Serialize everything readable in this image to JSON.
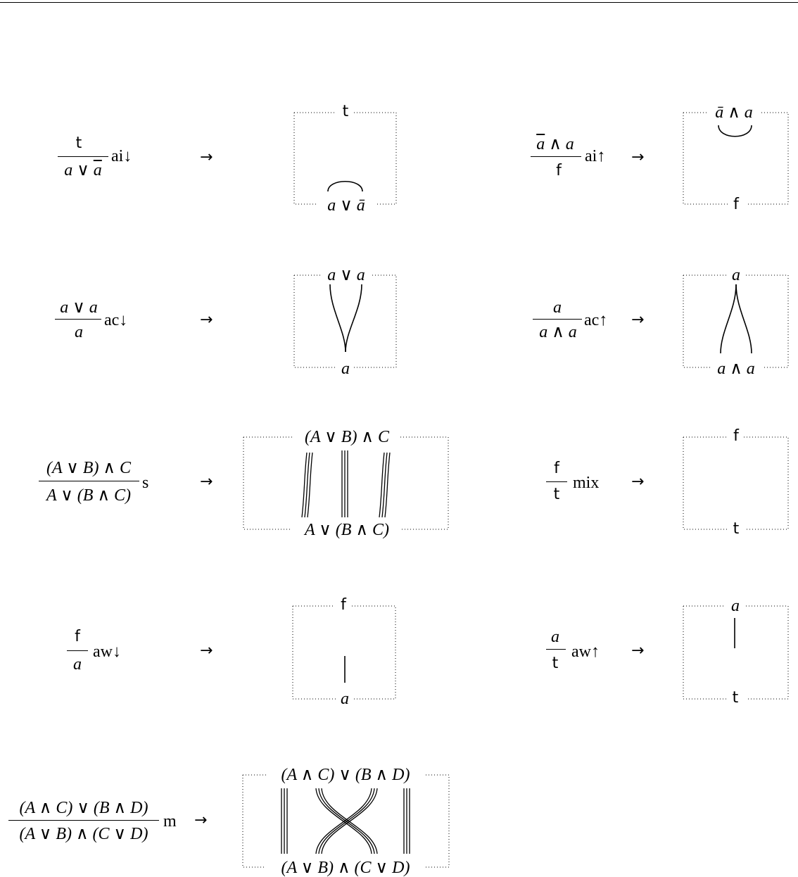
{
  "rules": [
    {
      "id": "ai-down",
      "premise": "t",
      "conclusion": "a ∨ a̅",
      "name": "ai↓",
      "arrow": "→",
      "box_top": "t",
      "box_bottom": "a ∨ ā"
    },
    {
      "id": "ai-up",
      "premise": "a̅ ∧ a",
      "conclusion": "f",
      "name": "ai↑",
      "arrow": "→",
      "box_top": "ā ∧ a",
      "box_bottom": "f"
    },
    {
      "id": "ac-down",
      "premise": "a ∨ a",
      "conclusion": "a",
      "name": "ac↓",
      "arrow": "→",
      "box_top": "a ∨ a",
      "box_bottom": "a"
    },
    {
      "id": "ac-up",
      "premise": "a",
      "conclusion": "a ∧ a",
      "name": "ac↑",
      "arrow": "→",
      "box_top": "a",
      "box_bottom": "a ∧ a"
    },
    {
      "id": "switch",
      "premise": "(A ∨ B) ∧ C",
      "conclusion": "A ∨ (B ∧ C)",
      "name": "s",
      "arrow": "→",
      "box_top": "(A ∨ B) ∧ C",
      "box_bottom": "A ∨ (B ∧ C)"
    },
    {
      "id": "mix",
      "premise": "f",
      "conclusion": "t",
      "name": "mix",
      "arrow": "→",
      "box_top": "f",
      "box_bottom": "t"
    },
    {
      "id": "aw-down",
      "premise": "f",
      "conclusion": "a",
      "name": "aw↓",
      "arrow": "→",
      "box_top": "f",
      "box_bottom": "a"
    },
    {
      "id": "aw-up",
      "premise": "a",
      "conclusion": "t",
      "name": "aw↑",
      "arrow": "→",
      "box_top": "a",
      "box_bottom": "t"
    },
    {
      "id": "medial",
      "premise": "(A ∧ C) ∨ (B ∧ D)",
      "conclusion": "(A ∨ B) ∧ (C ∨ D)",
      "name": "m",
      "arrow": "→",
      "box_top": "(A ∧ C) ∨ (B ∧ D)",
      "box_bottom": "(A ∨ B) ∧ (C ∨ D)"
    }
  ]
}
